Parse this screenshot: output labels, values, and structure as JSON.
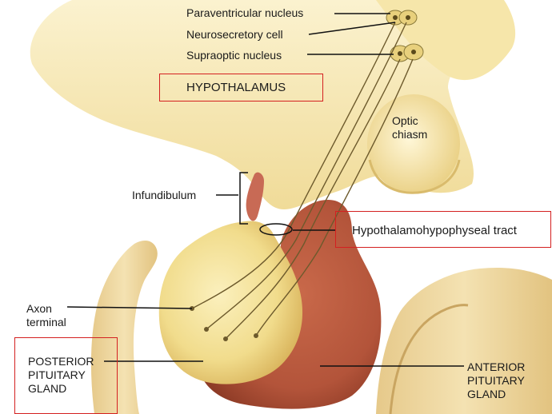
{
  "labels": {
    "paraventricular": "Paraventricular nucleus",
    "neurosecretory": "Neurosecretory cell",
    "supraoptic": "Supraoptic nucleus",
    "hypothalamus": "HYPOTHALAMUS",
    "optic_chiasm": "Optic\nchiasm",
    "infundibulum": "Infundibulum",
    "tract": "Hypothalamohypophyseal tract",
    "axon_terminal": "Axon\nterminal",
    "posterior": "POSTERIOR\nPITUITARY\nGLAND",
    "anterior": "ANTERIOR\nPITUITARY\nGLAND"
  },
  "colors": {
    "highlight_box": "#d42020",
    "hypothalamus_tissue": "#f3dfa0",
    "posterior_gland": "#f0d98a",
    "anterior_gland": "#b8583a",
    "bone": "#ecd7a0"
  }
}
